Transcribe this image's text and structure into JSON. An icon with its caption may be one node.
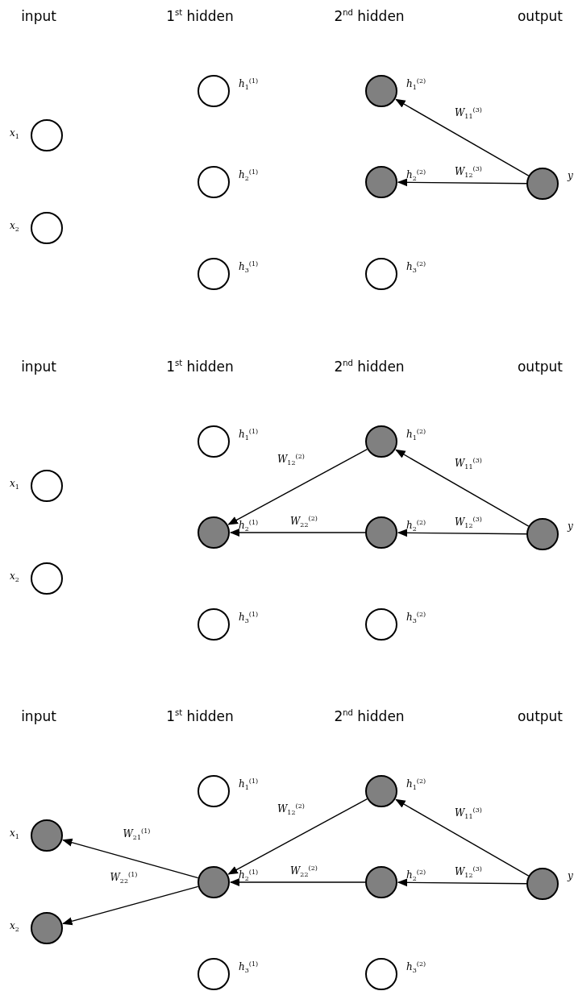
{
  "diagram": {
    "nodes": [
      {
        "text": [],
        "shape": "circle",
        "beside": [
          "x$_{1}$"
        ]
      },
      {
        "text": [],
        "shape": "circle",
        "beside": [
          "x$_{2}$"
        ]
      },
      {
        "text": [],
        "shape": "circle",
        "beside": [
          "h$_{1}$$^{(1)}$"
        ]
      },
      {
        "text": [],
        "shape": "circle",
        "beside": [
          "h$_{2}$$^{(1)}$"
        ]
      },
      {
        "text": [],
        "shape": "circle",
        "beside": [
          "h$_{3}$$^{(1)}$"
        ]
      },
      {
        "text": [],
        "shape": "disc",
        "beside": [
          "h$_{1}$$^{(2)}$"
        ]
      },
      {
        "text": [],
        "shape": "disc",
        "beside": [
          "h$_{2}$$^{(2)}$"
        ]
      },
      {
        "text": [],
        "shape": "circle",
        "beside": [
          "h$_{3}$$^{(2)}$"
        ]
      },
      {
        "text": [],
        "shape": "disc",
        "beside": [
          "y"
        ]
      },
      {
        "text": [],
        "shape": "circle",
        "beside": [
          "x$_{1}$"
        ]
      },
      {
        "text": [],
        "shape": "circle",
        "beside": [
          "x$_{2}$"
        ]
      },
      {
        "text": [],
        "shape": "circle",
        "beside": [
          "h$_{1}$$^{(1)}$"
        ]
      },
      {
        "text": [],
        "shape": "disc",
        "beside": [
          "h$_{2}$$^{(1)}$"
        ]
      },
      {
        "text": [],
        "shape": "circle",
        "beside": [
          "h$_{3}$$^{(1)}$"
        ]
      },
      {
        "text": [],
        "shape": "disc",
        "beside": [
          "h$_{1}$$^{(2)}$"
        ]
      },
      {
        "text": [],
        "shape": "disc",
        "beside": [
          "h$_{2}$$^{(2)}$"
        ]
      },
      {
        "text": [],
        "shape": "circle",
        "beside": [
          "h$_{3}$$^{(2)}$"
        ]
      },
      {
        "text": [],
        "shape": "disc",
        "beside": [
          "y"
        ]
      },
      {
        "text": [],
        "shape": "disc",
        "beside": [
          "x$_{1}$"
        ]
      },
      {
        "text": [],
        "shape": "disc",
        "beside": [
          "x$_{2}$"
        ]
      },
      {
        "text": [],
        "shape": "circle",
        "beside": [
          "h$_{1}$$^{(1)}$"
        ]
      },
      {
        "text": [],
        "shape": "disc",
        "beside": [
          "h$_{2}$$^{(1)}$"
        ]
      },
      {
        "text": [],
        "shape": "circle",
        "beside": [
          "h$_{3}$$^{(1)}$"
        ]
      },
      {
        "text": [],
        "shape": "disc",
        "beside": [
          "h$_{1}$$^{(2)}$"
        ]
      },
      {
        "text": [],
        "shape": "disc",
        "beside": [
          "h$_{2}$$^{(2)}$"
        ]
      },
      {
        "text": [],
        "shape": "circle",
        "beside": [
          "h$_{3}$$^{(2)}$"
        ]
      },
      {
        "text": [],
        "shape": "disc",
        "beside": [
          "y"
        ]
      }
    ],
    "edges": [
      {
        "from": 8,
        "to": 5,
        "arrow": "to",
        "label": "W$_{11}$$^{(3)}$"
      },
      {
        "from": 8,
        "to": 6,
        "arrow": "to",
        "label": "W$_{12}$$^{(3)}$"
      },
      {
        "from": 14,
        "to": 12,
        "arrow": "to",
        "label": "W$_{12}$$^{(2)}$"
      },
      {
        "from": 15,
        "to": 12,
        "arrow": "to",
        "label": "W$_{22}$$^{(2)}$"
      },
      {
        "from": 17,
        "to": 14,
        "arrow": "to",
        "label": "W$_{11}$$^{(3)}$"
      },
      {
        "from": 17,
        "to": 15,
        "arrow": "to",
        "label": "W$_{12}$$^{(3)}$"
      },
      {
        "from": 21,
        "to": 18,
        "arrow": "to",
        "label": "W$_{21}$$^{(1)}$"
      },
      {
        "from": 21,
        "to": 19,
        "arrow": "to",
        "label": "W$_{22}$$^{(1)}$"
      },
      {
        "from": 23,
        "to": 21,
        "arrow": "to",
        "label": "W$_{12}$$^{(2)}$"
      },
      {
        "from": 24,
        "to": 21,
        "arrow": "to",
        "label": "W$_{22}$$^{(2)}$"
      },
      {
        "from": 26,
        "to": 23,
        "arrow": "to",
        "label": "W$_{11}$$^{(3)}$"
      },
      {
        "from": 26,
        "to": 24,
        "arrow": "to",
        "label": "W$_{12}$$^{(3)}$"
      }
    ],
    "labels": [
      "input",
      "1$^{st}$ hidden",
      "2$^{nd}$ hidden",
      "output",
      "input",
      "1$^{st}$ hidden",
      "2$^{nd}$ hidden",
      "output",
      "input",
      "1$^{st}$ hidden",
      "2$^{nd}$ hidden",
      "output"
    ]
  }
}
